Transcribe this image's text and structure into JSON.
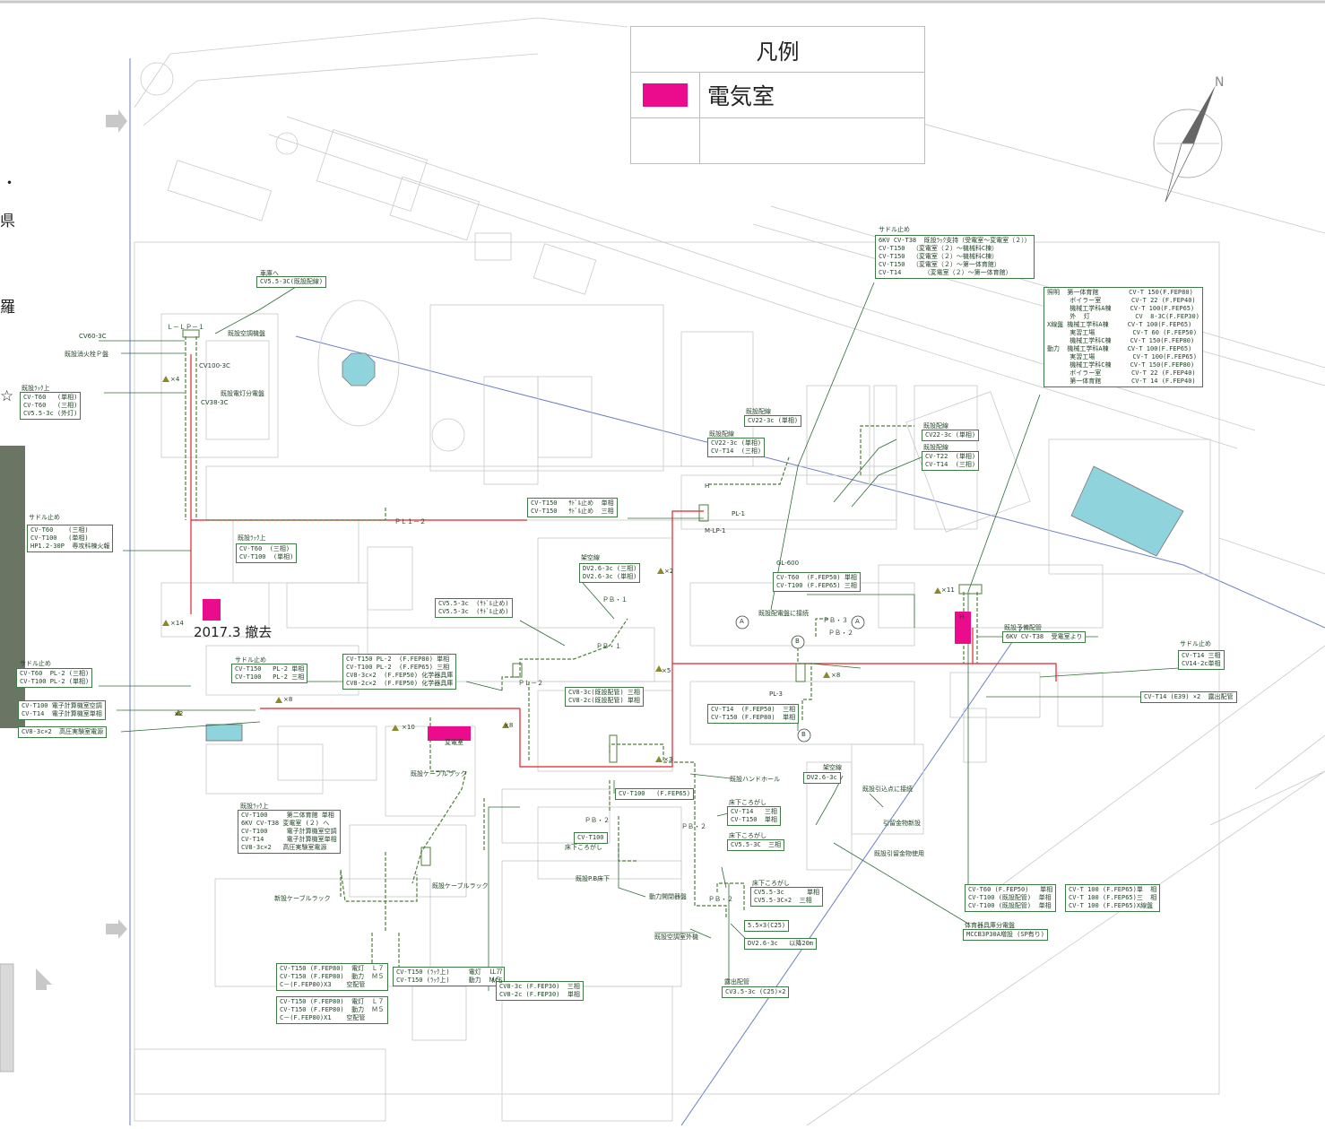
{
  "legend": {
    "title": "凡例",
    "item": "電気室",
    "color": "#ea0c8d"
  },
  "colors": {
    "line": "#2e6b37",
    "cable": "#7a9a3a",
    "red": "#e3212b",
    "map": "#c9c9c9",
    "water": "#8fd3dc",
    "magenta": "#ea0c8d"
  },
  "side_chars": [
    "・",
    "県",
    "羅",
    "☆"
  ],
  "remove_label": "2017.3 撤去",
  "notes": {
    "n1": "6KV CV-T38  既設ﾗｯｸ支持（受電室～変電室（２））\nCV-T150  （変電室（２）～機械科C棟）\nCV-T150  （変電室（２）～機械科C棟）\nCV-T150  （変電室（２）～第一体育館）\nCV-T14      （変電室（２）～第一体育館）",
    "n2": "照明  第一体育館        CV-T 150(F.FEP80)\n      ボイラー室        CV-T 22 (F.FEP40)\n      機械工学科A棟     CV-T 100(F.FEP65)\n      外  灯            CV  8-3C(F.FEP30)\nX線盤 機械工学科A棟     CV-T 100(F.FEP65)\n      実習工場          CV-T 60 (F.FEP50)\n      機械工学科C棟     CV-T 150(F.FEP80)\n動力  機械工学科A棟     CV-T 100(F.FEP65)\n      実習工場          CV-T 100(F.FEP65)\n      機械工学科C棟     CV-T 150(F.FEP80)\n      ボイラー室        CV-T 22 (F.FEP40)\n      第一体育館        CV-T 14 (F.FEP40)",
    "n3": "CV5.5-3C(既設配線)",
    "n4": "CV-T60   (単相)\nCV-T60   (三相)\nCV5.5-3c (外灯)",
    "n5": "CV-T60    (三相)\nCV-T100   (単相)\nHP1.2-30P  専攻科棟火報",
    "n6": "CV-T60  (三相)\nCV-T100  (単相)",
    "n7": "CV-T150   ｻﾄﾞﾙ止め  単相\nCV-T150   ｻﾄﾞﾙ止め  三相",
    "n8": "DV2.6-3c (三相)\nDV2.6-3c (単相)",
    "n9": "CV5.5-3c  (ｻﾄﾞﾙ止め)\nCV5.5-3c  (ｻﾄﾞﾙ止め)",
    "n10": "CV-T60  PL-2 (三相)\nCV-T100 PL-2 (単相)",
    "n11": "CV-T100 電子計算機室空調\nCV-T14  電子計算機室単相",
    "n12": "CV8-3c×2  高圧実験室電源",
    "n13": "CV-T150   PL-2 単相\nCV-T100   PL-2 三相",
    "n14": "CV-T150 PL-2  (F.FEP80) 単相\nCV-T100 PL-2  (F.FEP65) 三相\nCV8-3c×2  (F.FEP50) 化学器具庫\nCV8-2c×2  (F.FEP50) 化学器具庫",
    "n15": "CV8-3c(既設配管) 三相\nCV8-2c(既設配管) 単相",
    "n16": "CV22-3c (単相)",
    "n17": "CV22-3c (単相)\nCV-T14  (三相)",
    "n18": "CV22-3c (単相)",
    "n19": "CV-T22  (単相)\nCV-T14  (三相)",
    "n20": "CV-T60  (F.FEP50) 単相\nCV-T100 (F.FEP65) 三相",
    "n21": "6KV CV-T38  受電室より",
    "n22": "CV-T14 三相\nCV14-2c単相",
    "n23": "CV-T14 (E39) ×2  露出配管",
    "n24": "CV-T14  (F.FEP50)  三相\nCV-T150 (F.FEP80)  単相",
    "n25": "CV-T100   (F.FEP65)",
    "n26": "DV2.6-3c",
    "n27": "CV-T14   三相\nCV-T150  単相",
    "n28": "CV5.5-3C  三相",
    "n29": "CV5.5-3c      単相\nCV5.5-3C×2  三相",
    "n30": "CV-T60 (F.FEP50)   単相\nCV-T100 (既設配管)  単相\nCV-T100 (既設配管)  単相",
    "n31": "CV-T 100 (F.FEP65)単  相\nCV-T 100 (F.FEP65)三  相\nCV-T 100 (F.FEP65)X線盤",
    "n32": "MCCB3P30A増設 (SP有り)",
    "n33": "CV-T100     第二体育館 単相\n6KV CV-T38 変電室 (２) へ\nCV-T100     電子計算機室空調\nCV-T14      電子計算機室単相\nCV8-3c×2   高圧実験室電源",
    "n34": "CV-T150 (F.FEP80)  電灯  Ｌ７\nCV-T150 (F.FEP80)  動力  Ｍ５\nC－(F.FEP80)X3    空配管",
    "n35": "CV-T150 (ﾗｯｸ上)     電灯  Ｌ７\nCV-T150 (ﾗｯｸ上)     動力  Ｍ５",
    "n36": "CV8-3c (F.FEP30)  三相\nCV8-2c (F.FEP30)  単相",
    "n37": "CV-T150 (F.FEP80)  電灯  Ｌ７\nCV-T150 (F.FEP80)  動力  Ｍ５\nC－(F.FEP80)X1    空配管",
    "n38": "CV-T100",
    "n39": "5.5×3(C25)",
    "n40": "DV2.6-3c   以降20m",
    "n41": "CV3.5-3c (C25)×2"
  },
  "tags": {
    "t_sharko": "車庫へ",
    "t_cv60": "CV60-3C",
    "t_shouka": "既設消火栓Ｐ盤",
    "t_llp": "Ｌ－ＬＰ－１",
    "t_kuchou": "既設空調機盤",
    "t_cv100": "CV100-3C",
    "t_dentou": "既設電灯分電盤",
    "t_cv38": "CV38-3C",
    "t_rack1": "既設ﾗｯｸ上",
    "t_saddle1": "サドル止め",
    "t_rack2": "既設ﾗｯｸ上",
    "t_saddle2": "サドル止め",
    "t_saddle3": "サドル止め",
    "t_pl12": "ＰＬ１－２",
    "t_kakuu1": "架空線",
    "t_pb1a": "ＰＢ・１",
    "t_pb1b": "ＰＢ・１",
    "t_pl2": "ＰＬ－２",
    "t_x8": "×8",
    "t_x10": "×10",
    "t_x14": "×14",
    "t_x4": "×4",
    "t_x2a": "×2",
    "t_x2b": "×2",
    "t_x5": "×5",
    "t_x3": "×3",
    "t_x8b": "×8",
    "t_x8c": "×8",
    "t_x11": "×11",
    "t_henden": "変電室",
    "t_cablerack": "既設ケーブルラック",
    "t_rack3": "既設ﾗｯｸ上",
    "t_newrack": "新設ケーブルラック",
    "t_oldrack": "既設ケーブルラック",
    "t_saddle4": "サドル止め",
    "t_haisen1": "既設配線",
    "t_haisen2": "既設配線",
    "t_haisen3": "既設配線",
    "t_haisen4": "既設配線",
    "t_pl1": "PL-1",
    "t_mlp": "M-LP-1",
    "t_gl": "GL-600",
    "t_kisetsu": "既設配電盤に接続",
    "t_pb3": "ＰＢ・３",
    "t_pb2a": "ＰＢ・２",
    "t_pl3": "PL-3",
    "t_yobi": "既設予備配管",
    "t_saddle5": "サドル止め",
    "t_handhole": "既設ハンドホール",
    "t_kakuu2": "架空線",
    "t_hikikomi": "既設引込点に接続",
    "t_hikidome1": "引留金物新設",
    "t_hikidome2": "既設引留金物使用",
    "t_yuka1": "床下ころがし",
    "t_yuka2": "床下ころがし",
    "t_yuka3": "床下ころがし",
    "t_yuka4": "床下ころがし",
    "t_pb2b": "ＰＢ・２",
    "t_pb2c": "ＰＢ・２",
    "t_pb2d": "ＰＢ・２",
    "t_pbyuka": "既設P.B床下",
    "t_douryoku": "動力開閉器盤",
    "t_kuchougai": "既設空調室外機",
    "t_roshutsu": "露出配管",
    "t_taiiku": "体育器具庫分電盤",
    "t_l7": "Ｌ７",
    "t_m5": "Ｍ５",
    "t_A1": "A",
    "t_A2": "A",
    "t_B1": "B",
    "t_B2": "B",
    "t_H1": "H",
    "t_H2": "H",
    "t_N": "N"
  }
}
